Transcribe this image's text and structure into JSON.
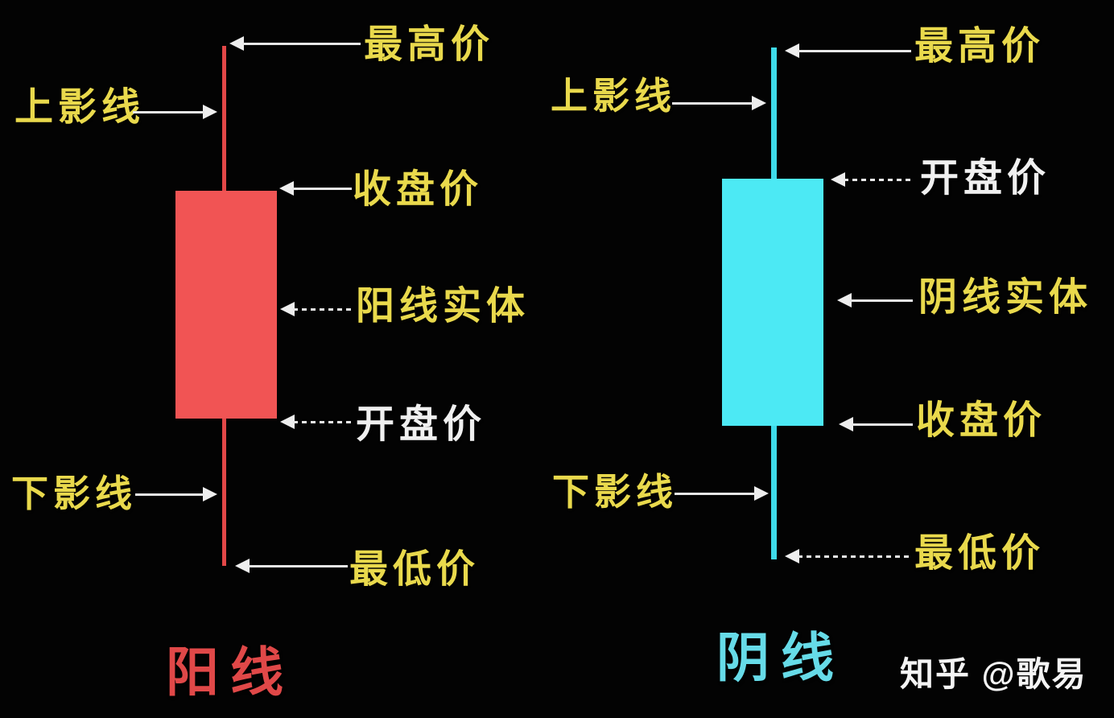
{
  "diagram": {
    "left_candle": {
      "title": "阳线",
      "title_color": "#e04848",
      "body_color": "#f15454",
      "wick_color": "#e34747",
      "labels": {
        "highest": "最高价",
        "upper_shadow": "上影线",
        "close": "收盘价",
        "body": "阳线实体",
        "open": "开盘价",
        "lower_shadow": "下影线",
        "lowest": "最低价"
      }
    },
    "right_candle": {
      "title": "阴线",
      "title_color": "#66dbe8",
      "body_color": "#4ce9f4",
      "wick_color": "#3edbea",
      "labels": {
        "highest": "最高价",
        "upper_shadow": "上影线",
        "open": "开盘价",
        "body": "阴线实体",
        "close": "收盘价",
        "lower_shadow": "下影线",
        "lowest": "最低价"
      }
    },
    "watermark": "知乎 @歌易",
    "colors": {
      "background": "#030303",
      "label_yellow": "#e9d94c",
      "label_white": "#f0f0f0",
      "arrow": "#e8e8e8"
    }
  }
}
